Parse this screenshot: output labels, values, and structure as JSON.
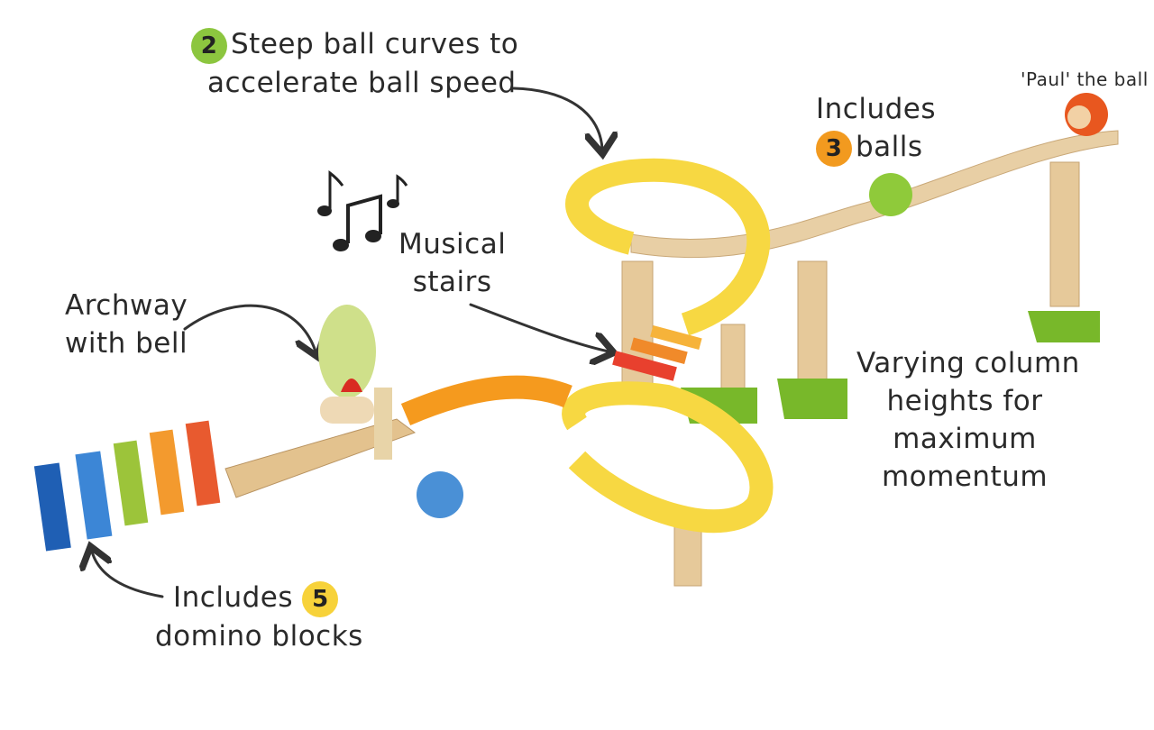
{
  "annotations": {
    "curves": {
      "number": "2",
      "line1": "Steep ball curves to",
      "line2": "accelerate ball speed"
    },
    "balls": {
      "line1": "Includes",
      "number": "3",
      "line2": "balls"
    },
    "paul": {
      "text": "'Paul' the ball"
    },
    "musical": {
      "line1": "Musical",
      "line2": "stairs"
    },
    "archway": {
      "line1": "Archway",
      "line2": "with bell"
    },
    "columns": {
      "line1": "Varying column",
      "line2": "heights for",
      "line3": "maximum",
      "line4": "momentum"
    },
    "dominoes": {
      "line1": "Includes",
      "number": "5",
      "line2": "domino blocks"
    }
  },
  "colors": {
    "badge_green": "#8cc63f",
    "badge_orange": "#f29a1f",
    "badge_yellow": "#f7d23a",
    "track_yellow": "#f7d842",
    "wood": "#e8cfa5"
  }
}
